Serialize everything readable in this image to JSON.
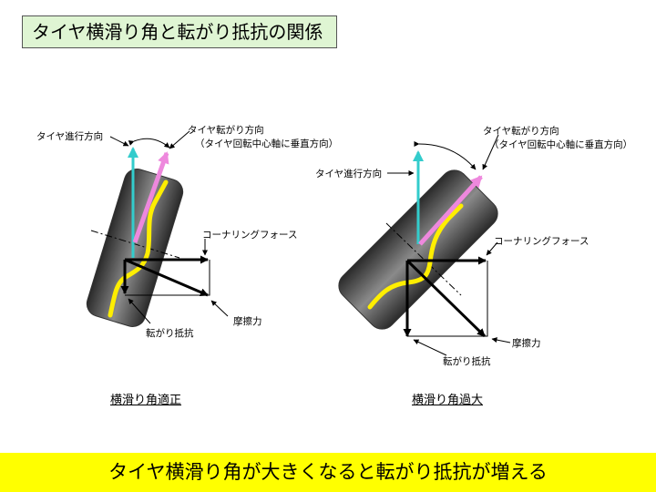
{
  "title": "タイヤ横滑り角と転がり抵抗の関係",
  "footer": "タイヤ横滑り角が大きくなると転がり抵抗が増える",
  "left": {
    "caption": "横滑り角適正",
    "label_heading": "タイヤ進行方向",
    "label_rolling_dir_1": "タイヤ転がり方向",
    "label_rolling_dir_2": "（タイヤ回転中心軸に垂直方向）",
    "label_cornering": "コーナリングフォース",
    "label_friction": "摩擦力",
    "label_resistance": "転がり抵抗"
  },
  "right": {
    "caption": "横滑り角過大",
    "label_heading": "タイヤ進行方向",
    "label_rolling_dir_1": "タイヤ転がり方向",
    "label_rolling_dir_2": "（タイヤ回転中心軸に垂直方向）",
    "label_cornering": "コーナリングフォース",
    "label_friction": "摩擦力",
    "label_resistance": "転がり抵抗"
  },
  "colors": {
    "title_bg": "#dff5d3",
    "footer_bg": "#ffff00",
    "heading_arrow": "#33cccc",
    "rolling_arrow": "#ee88dd",
    "tread_line": "#ffee00",
    "force_arrow": "#000000"
  }
}
